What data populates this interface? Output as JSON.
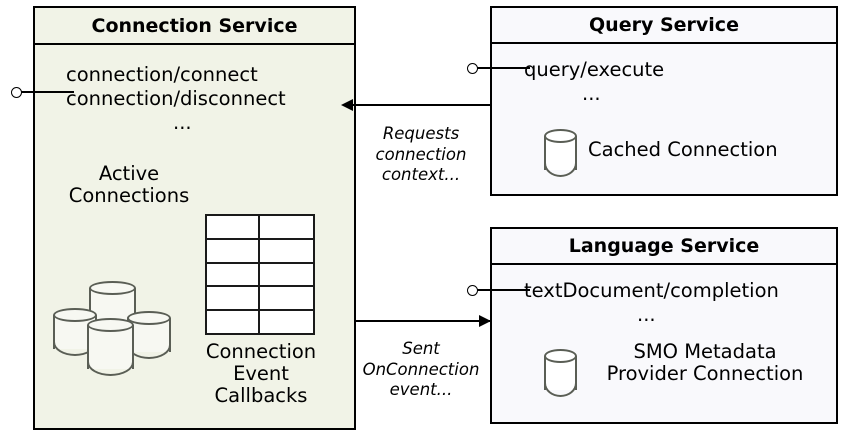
{
  "diagram": {
    "title_hidden": "",
    "components": [
      {
        "id": "connection-service",
        "title": "Connection Service",
        "interfaces": [
          "connection/connect",
          "connection/disconnect",
          "..."
        ],
        "artifacts": [
          {
            "label": "Active\nConnections",
            "label_line1": "Active",
            "label_line2": "Connections",
            "icon": "database-cluster-icon"
          },
          {
            "label_line1": "Connection",
            "label_line2": "Event",
            "label_line3": "Callbacks",
            "icon": "table-grid-icon"
          }
        ]
      },
      {
        "id": "query-service",
        "title": "Query Service",
        "interfaces": [
          "query/execute",
          "..."
        ],
        "artifacts": [
          {
            "label": "Cached Connection",
            "icon": "database-icon"
          }
        ]
      },
      {
        "id": "language-service",
        "title": "Language Service",
        "interfaces": [
          "textDocument/completion",
          "..."
        ],
        "artifacts": [
          {
            "label_line1": "SMO Metadata",
            "label_line2": "Provider Connection",
            "icon": "database-icon"
          }
        ]
      }
    ],
    "edges": [
      {
        "from": "query-service",
        "to": "connection-service",
        "direction": "left",
        "label_line1": "Requests",
        "label_line2": "connection",
        "label_line3": "context..."
      },
      {
        "from": "connection-service",
        "to": "language-service",
        "direction": "right",
        "label_line1": "Sent",
        "label_line2": "OnConnection",
        "label_line3": "event..."
      }
    ],
    "colors": {
      "connection_service_fill": "#f1f3e7",
      "service_fill": "#f9f9fc",
      "stroke": "#000000",
      "cylinder_stroke": "#5a5e55"
    }
  }
}
